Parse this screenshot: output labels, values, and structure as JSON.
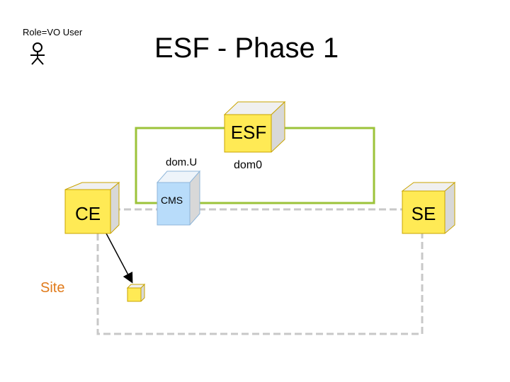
{
  "title": "ESF - Phase 1",
  "actor": {
    "label": "Role=VO User"
  },
  "nodes": {
    "esf": {
      "label": "ESF"
    },
    "ce": {
      "label": "CE"
    },
    "se": {
      "label": "SE"
    },
    "cms": {
      "label": "CMS"
    }
  },
  "labels": {
    "domu": "dom.U",
    "dom0": "dom0",
    "site": "Site"
  },
  "colors": {
    "box_yellow": "#ffea55",
    "box_side": "#d8d8d8",
    "cms_blue": "#b8dcfa",
    "green_line": "#9cc33a",
    "dashed_line": "#c8c8c8",
    "site_orange": "#e07a1a"
  }
}
